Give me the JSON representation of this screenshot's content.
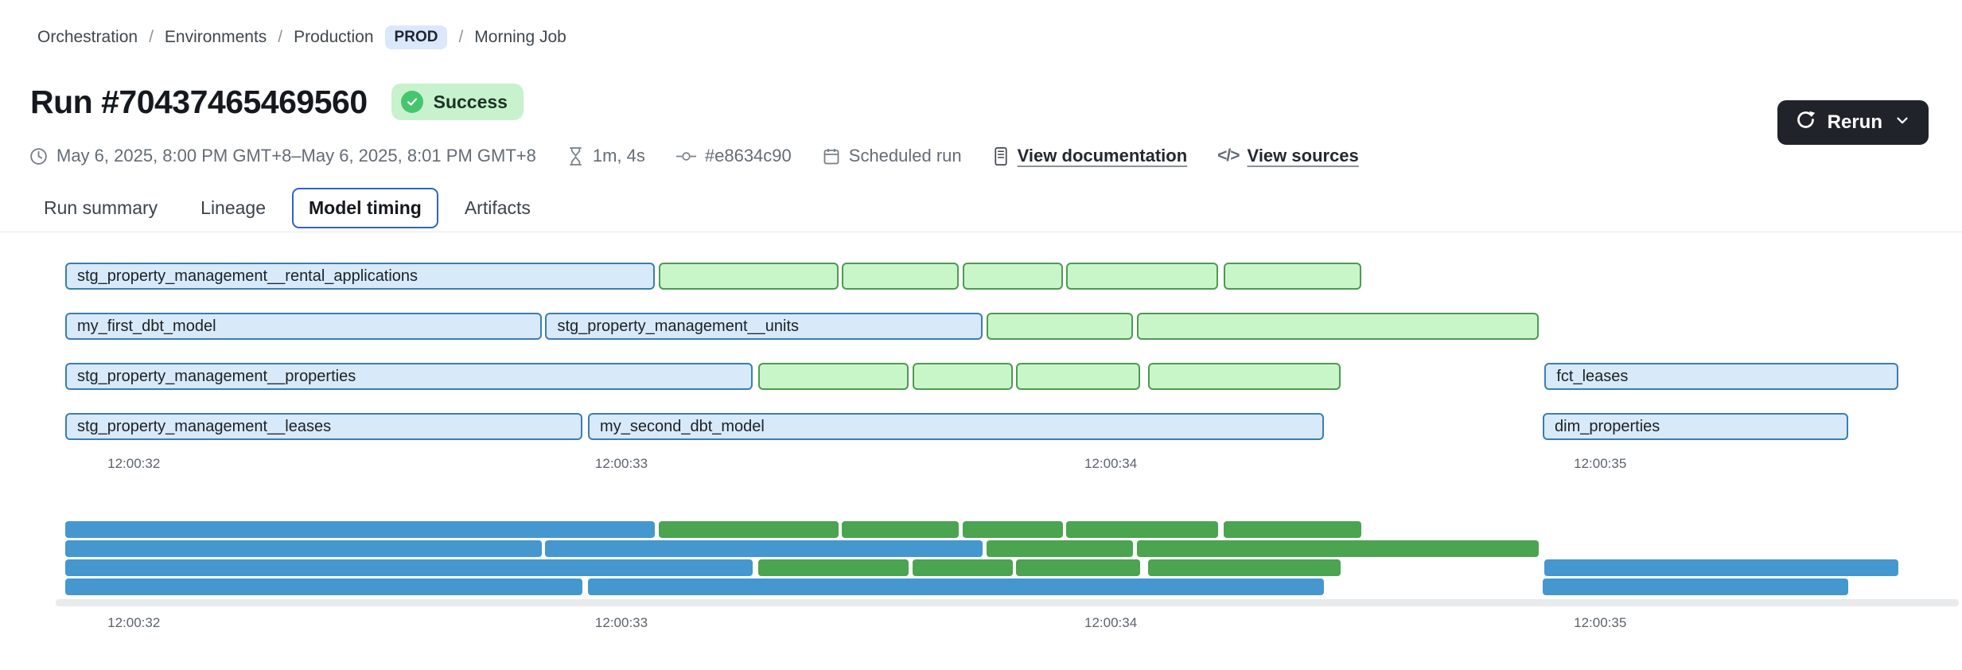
{
  "breadcrumb": {
    "separator": "/",
    "items": [
      {
        "label": "Orchestration"
      },
      {
        "label": "Environments"
      },
      {
        "label": "Production",
        "badge": "PROD"
      },
      {
        "label": "Morning Job"
      }
    ]
  },
  "header": {
    "title": "Run #70437465469560",
    "status": "Success"
  },
  "meta": {
    "time_range": "May 6, 2025, 8:00 PM GMT+8–May 6, 2025, 8:01 PM GMT+8",
    "duration": "1m, 4s",
    "commit": "#e8634c90",
    "trigger": "Scheduled run",
    "doc_link": "View documentation",
    "sources_link": "View sources"
  },
  "actions": {
    "rerun_label": "Rerun"
  },
  "tabs": [
    {
      "label": "Run summary",
      "selected": false
    },
    {
      "label": "Lineage",
      "selected": false
    },
    {
      "label": "Model timing",
      "selected": true
    },
    {
      "label": "Artifacts",
      "selected": false
    }
  ],
  "icons": {
    "code_glyph": "</>"
  },
  "chart_data": {
    "type": "gantt",
    "title": "Model timing",
    "x_axis": {
      "tick_labels": [
        "12:00:32",
        "12:00:33",
        "12:00:34",
        "12:00:35"
      ],
      "tick_pos_pct": [
        3.7,
        30.0,
        56.4,
        82.8
      ]
    },
    "rows": [
      {
        "bars": [
          {
            "label": "stg_property_management__rental_applications",
            "color": "blue",
            "left_pct": 0,
            "width_pct": 31.8,
            "start": "12:00:31.9",
            "end": "12:00:33.1"
          },
          {
            "color": "green",
            "left_pct": 32.0,
            "width_pct": 9.7,
            "start": "12:00:33.1",
            "end": "12:00:33.4"
          },
          {
            "color": "green",
            "left_pct": 41.9,
            "width_pct": 6.3,
            "start": "12:00:33.45",
            "end": "12:00:33.7"
          },
          {
            "color": "green",
            "left_pct": 48.4,
            "width_pct": 5.4,
            "start": "12:00:33.7",
            "end": "12:00:33.9"
          },
          {
            "color": "green",
            "left_pct": 54.0,
            "width_pct": 8.2,
            "start": "12:00:33.9",
            "end": "12:00:34.2"
          },
          {
            "color": "green",
            "left_pct": 62.5,
            "width_pct": 7.4,
            "start": "12:00:34.25",
            "end": "12:00:34.5"
          }
        ]
      },
      {
        "bars": [
          {
            "label": "my_first_dbt_model",
            "color": "blue",
            "left_pct": 0,
            "width_pct": 25.7,
            "start": "12:00:31.9",
            "end": "12:00:32.8"
          },
          {
            "label": "stg_property_management__units",
            "color": "blue",
            "left_pct": 25.9,
            "width_pct": 23.6,
            "start": "12:00:32.85",
            "end": "12:00:33.75"
          },
          {
            "color": "green",
            "left_pct": 49.7,
            "width_pct": 7.9,
            "start": "12:00:33.75",
            "end": "12:00:34.05"
          },
          {
            "color": "green",
            "left_pct": 57.8,
            "width_pct": 21.7,
            "start": "12:00:34.05",
            "end": "12:00:34.9"
          }
        ]
      },
      {
        "bars": [
          {
            "label": "stg_property_management__properties",
            "color": "blue",
            "left_pct": 0,
            "width_pct": 37.1,
            "start": "12:00:31.9",
            "end": "12:00:33.25"
          },
          {
            "color": "green",
            "left_pct": 37.4,
            "width_pct": 8.1,
            "start": "12:00:33.3",
            "end": "12:00:33.6"
          },
          {
            "color": "green",
            "left_pct": 45.7,
            "width_pct": 5.4,
            "start": "12:00:33.6",
            "end": "12:00:33.8"
          },
          {
            "color": "green",
            "left_pct": 51.3,
            "width_pct": 6.7,
            "start": "12:00:33.8",
            "end": "12:00:34.05"
          },
          {
            "color": "green",
            "left_pct": 58.4,
            "width_pct": 10.4,
            "start": "12:00:34.1",
            "end": "12:00:34.45"
          },
          {
            "label": "fct_leases",
            "color": "blue",
            "left_pct": 79.8,
            "width_pct": 19.1,
            "start": "12:00:34.9",
            "end": "12:00:35.6"
          }
        ]
      },
      {
        "bars": [
          {
            "label": "stg_property_management__leases",
            "color": "blue",
            "left_pct": 0,
            "width_pct": 27.9,
            "start": "12:00:31.9",
            "end": "12:00:32.9"
          },
          {
            "label": "my_second_dbt_model",
            "color": "blue",
            "left_pct": 28.2,
            "width_pct": 39.7,
            "start": "12:00:32.95",
            "end": "12:00:34.45"
          },
          {
            "label": "dim_properties",
            "color": "blue",
            "left_pct": 79.7,
            "width_pct": 16.5,
            "start": "12:00:34.9",
            "end": "12:00:35.5"
          }
        ]
      }
    ]
  },
  "minimap": {
    "tick_labels": [
      "12:00:32",
      "12:00:33",
      "12:00:34",
      "12:00:35"
    ],
    "tick_pos_pct": [
      3.7,
      30.0,
      56.4,
      82.8
    ]
  },
  "colors": {
    "accent_blue": "#3062d4",
    "env_badge_bg": "#dbe7fb",
    "success_bg": "#c7f2cd",
    "success_icon": "#47c56e",
    "rerun_bg": "#20242a",
    "bar_blue_fill": "#d8e9fa",
    "bar_blue_border": "#3a7fae",
    "bar_green_fill": "#c8f6c9",
    "bar_green_border": "#4f9a52",
    "mini_blue": "#4597d0",
    "mini_green": "#4ba450"
  }
}
